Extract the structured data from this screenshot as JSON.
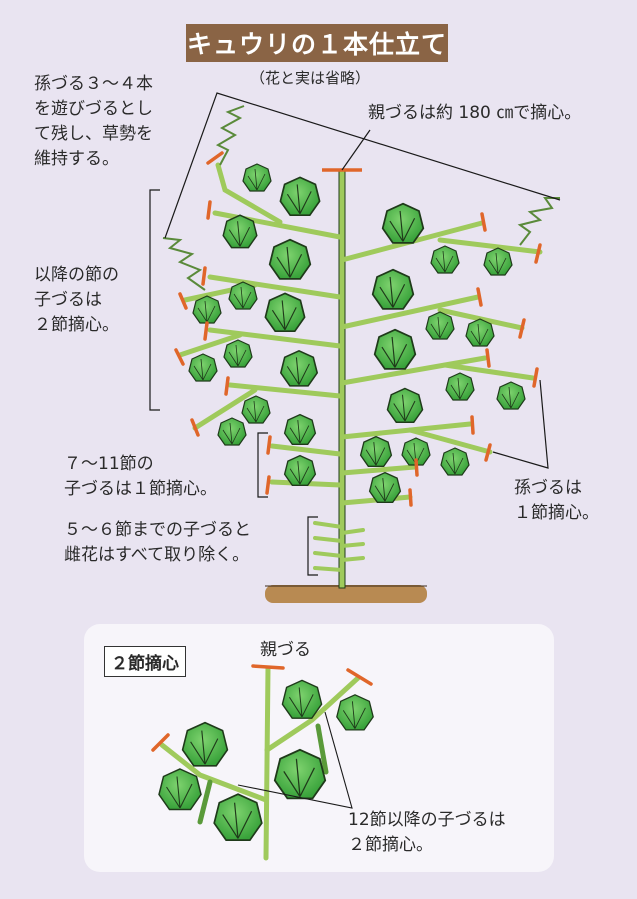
{
  "title": "キュウリの１本仕立て",
  "subtitle": "（花と実は省略）",
  "colors": {
    "background": "#e9e4f1",
    "title_bg": "#8a6445",
    "leaf": "#4fb34a",
    "stem": "#9fca5c",
    "pinch_mark": "#e0662a",
    "soil": "#b88a52",
    "card_bg": "#f7f5fa"
  },
  "annotations": {
    "grandchild_vines": "孫づる３～４本\nを遊びづるとし\nて残し、草勢を\n維持する。",
    "main_vine_pinch": "親づるは約 180 ㎝で摘心。",
    "later_nodes": "以降の節の\n子づるは\n２節摘心。",
    "nodes_7_11": "７～11節の\n子づるは１節摘心。",
    "nodes_5_6": "５～６節までの子づると\n雌花はすべて取り除く。",
    "grandchild_pinch": "孫づるは\n１節摘心。"
  },
  "inset": {
    "box_label": "２節摘心",
    "main_vine_label": "親づる",
    "note": "12節以降の子づるは\n２節摘心。"
  }
}
